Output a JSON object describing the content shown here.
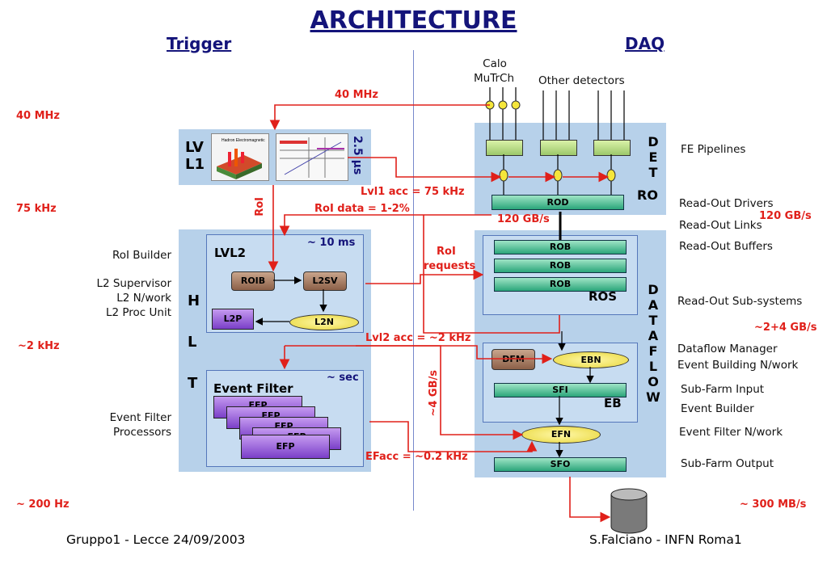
{
  "title": "ARCHITECTURE",
  "trigger_heading": "Trigger",
  "daq_heading": "DAQ",
  "left_rates": [
    "40 MHz",
    "75 kHz",
    "~2 kHz",
    "~ 200 Hz"
  ],
  "right_rates": [
    "120 GB/s",
    "~2+4 GB/s",
    "~ 300 MB/s"
  ],
  "left_labels": [
    "RoI Builder",
    "L2 Supervisor",
    "L2 N/work",
    "L2 Proc Unit",
    "Event Filter",
    "Processors"
  ],
  "right_labels": [
    "FE Pipelines",
    "Read-Out Drivers",
    "Read-Out Links",
    "Read-Out Buffers",
    "Read-Out Sub-systems",
    "Dataflow Manager",
    "Event Building N/work",
    "Sub-Farm Input",
    "Event Builder",
    "Event Filter N/work",
    "Sub-Farm Output"
  ],
  "detectors": {
    "calo": "Calo",
    "mutrch": "MuTrCh",
    "other": "Other detectors"
  },
  "lvl1": {
    "line1": "LV",
    "line2": "L1",
    "latency": "2.5 µs"
  },
  "hlt_letters": [
    "H",
    "L",
    "T"
  ],
  "detector_letters": [
    "D",
    "E",
    "T",
    "RO"
  ],
  "dataflow_letters": [
    "D",
    "A",
    "T",
    "A",
    "F",
    "L",
    "O",
    "W"
  ],
  "lvl2": {
    "label": "LVL2",
    "latency": "~ 10 ms",
    "roib": "ROIB",
    "l2sv": "L2SV",
    "l2p": "L2P",
    "l2n": "L2N"
  },
  "ef": {
    "label": "Event Filter",
    "latency": "~ sec",
    "efp": [
      "EFP",
      "EFP",
      "EFP",
      "EFP",
      "EFP"
    ]
  },
  "daq_boxes": {
    "rod": "ROD",
    "rob": [
      "ROB",
      "ROB",
      "ROB"
    ],
    "ros": "ROS",
    "dfm": "DFM",
    "ebn": "EBN",
    "sfi": "SFI",
    "eb": "EB",
    "efn": "EFN",
    "sfo": "SFO"
  },
  "flow_labels": {
    "mhz40": "40 MHz",
    "lvl1acc": "Lvl1 acc = 75 kHz",
    "roi": "RoI",
    "roidata": "RoI data = 1-2%",
    "gbs120": "120 GB/s",
    "roirequests1": "RoI",
    "roirequests2": "requests",
    "lvl2acc": "Lvl2 acc = ~2 kHz",
    "gbs4": "~4 GB/s",
    "efacc": "EFacc = ~0.2 kHz"
  },
  "footer": {
    "left": "Gruppo1 - Lecce 24/09/2003",
    "right": "S.Falciano - INFN Roma1"
  }
}
